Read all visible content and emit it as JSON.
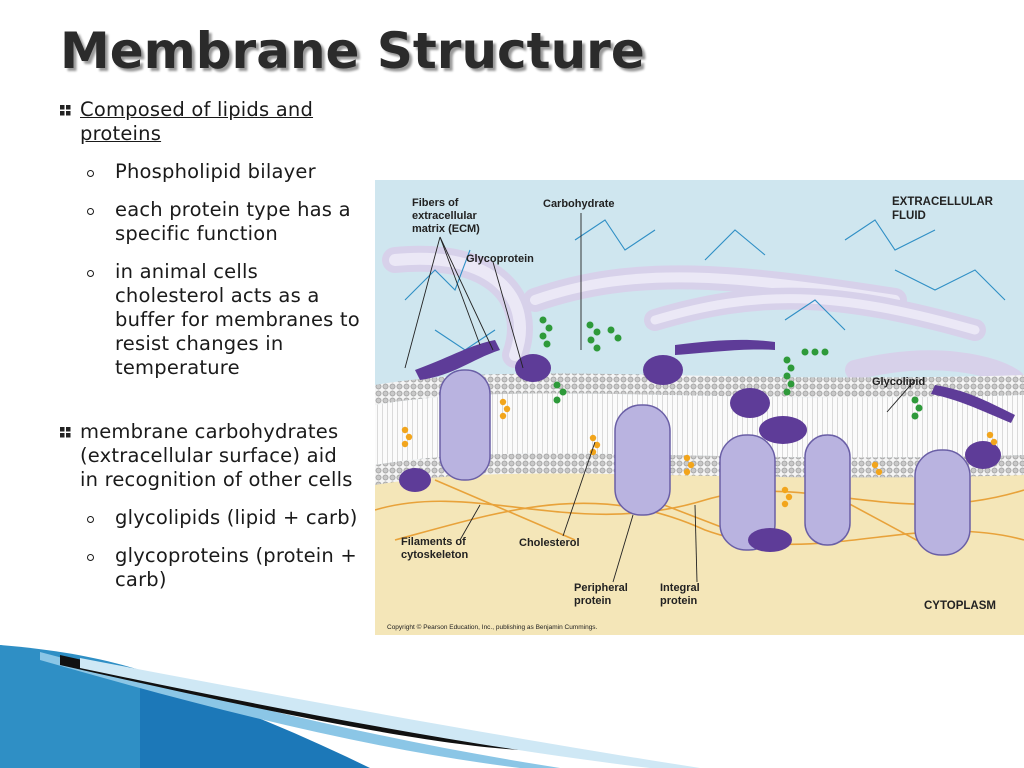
{
  "slide": {
    "title": "Membrane Structure",
    "bullets": [
      {
        "text": "Composed of lipids and proteins",
        "sub": [
          "Phospholipid bilayer",
          "each protein type has a specific function",
          "in animal cells cholesterol acts as a buffer for membranes to resist changes in temperature"
        ]
      },
      {
        "text": "membrane carbohydrates (extracellular surface) aid in recognition of other cells",
        "sub": [
          "glycolipids (lipid + carb)",
          "glycoproteins (protein + carb)"
        ]
      }
    ]
  },
  "figure": {
    "labels": {
      "fibers_l1": "Fibers of",
      "fibers_l2": "extracellular",
      "fibers_l3": "matrix (ECM)",
      "carbohydrate": "Carbohydrate",
      "glycoprotein": "Glycoprotein",
      "extracellular_l1": "EXTRACELLULAR",
      "extracellular_l2": "FLUID",
      "glycolipid": "Glycolipid",
      "filaments_l1": "Filaments of",
      "filaments_l2": "cytoskeleton",
      "cholesterol": "Cholesterol",
      "peripheral_l1": "Peripheral",
      "peripheral_l2": "protein",
      "integral_l1": "Integral",
      "integral_l2": "protein",
      "cytoplasm": "CYTOPLASM",
      "copyright": "Copyright © Pearson Education, Inc., publishing as Benjamin Cummings."
    }
  },
  "colors": {
    "protein": "#b9b3e0",
    "peripheral_protein": "#5e3c98",
    "glycan": "#2e9a3a",
    "cholesterol": "#f2a51c",
    "cytoskeleton": "#e8a23a",
    "fluid": "#cfe6ef",
    "cytoplasm": "#f4e6b8",
    "accent_blue": "#2f8fc5"
  },
  "icons": {
    "bullet": "square-bullet-icon",
    "sub_bullet": "circle-bullet-icon"
  }
}
